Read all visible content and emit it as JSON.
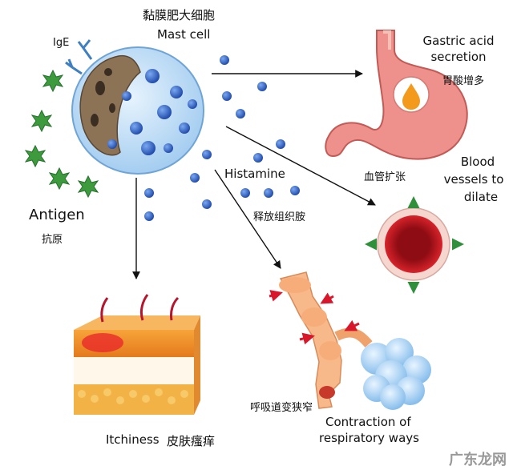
{
  "mast_cell": {
    "zh": "黏膜肥大细胞",
    "en": "Mast cell"
  },
  "ige": "IgE",
  "antigen": {
    "en": "Antigen",
    "zh": "抗原"
  },
  "histamine": {
    "en": "Histamine",
    "zh": "释放组织胺"
  },
  "gastric": {
    "en_line1": "Gastric acid",
    "en_line2": "secretion",
    "zh": "胃酸增多"
  },
  "blood": {
    "en_line1": "Blood",
    "en_line2": "vessels to",
    "en_line3": "dilate",
    "zh": "血管扩张"
  },
  "respiratory": {
    "zh": "呼吸道变狭窄",
    "en_line1": "Contraction of",
    "en_line2": "respiratory ways"
  },
  "itch": {
    "en": "Itchiness",
    "zh": "皮肤瘙痒"
  },
  "watermark": "广东龙网",
  "colors": {
    "cell": "#bcdcf3",
    "granule": "#2d63c8",
    "antigen": "#3d9b3d",
    "stomach": "#e98b87",
    "vessel": "#c0161d",
    "skin": "#f0a030",
    "lung": "#a8d4f5"
  }
}
